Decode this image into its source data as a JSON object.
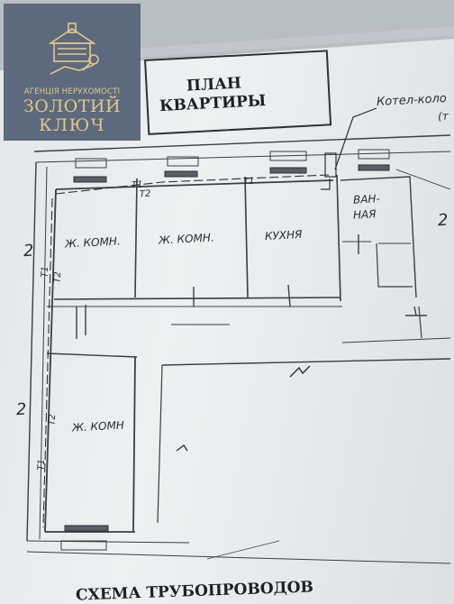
{
  "logo": {
    "agency": "АГЕНЦІЯ НЕРУХОМОСТІ",
    "brand_line1": "ЗОЛОТИЙ",
    "brand_line2": "КЛЮЧ",
    "icon": "house-key-icon",
    "background": "#5d6a7d",
    "accent": "#e3c889"
  },
  "plan_title": {
    "line1": "ПЛАН",
    "line2": "КВАРТИРЫ"
  },
  "annotations": {
    "boiler": "Котел-коло",
    "boiler_paren": "(т",
    "bathroom_line1": "ВАН-",
    "bathroom_line2": "НАЯ",
    "room_1": "Ж. КОМН.",
    "room_2": "Ж. КОМН.",
    "kitchen": "КУХНЯ",
    "room_4": "Ж. КОМН",
    "pipe_t1": "Т1",
    "pipe_t2": "Т2",
    "mark_2": "2"
  },
  "bottom_title": "СХЕМА ТРУБОПРОВОДОВ"
}
